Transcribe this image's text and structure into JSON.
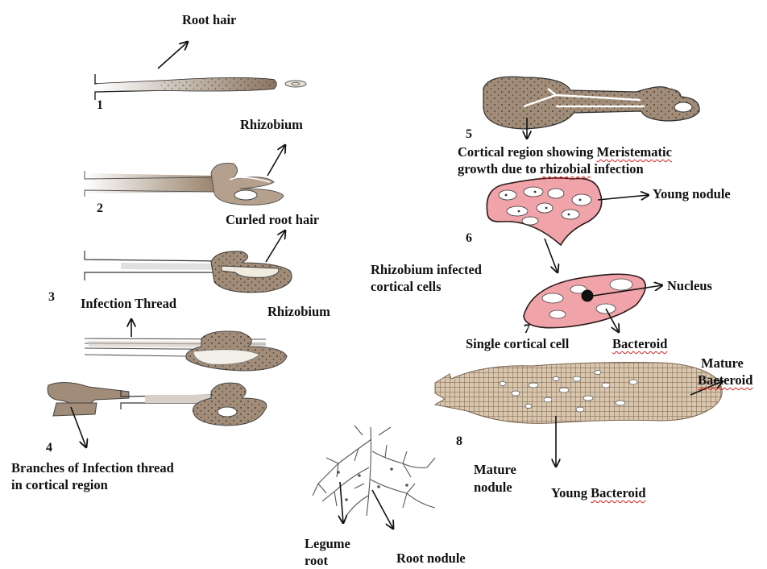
{
  "steps": {
    "s1": "1",
    "s2": "2",
    "s3": "3",
    "s4": "4",
    "s5": "5",
    "s6": "6",
    "s7": "7",
    "s8": "8"
  },
  "labels": {
    "root_hair": "Root hair",
    "rhizobium_1": "Rhizobium",
    "curled_root_hair": "Curled root hair",
    "rhizobium_2": "Rhizobium",
    "infection_thread": "Infection Thread",
    "branches_line1": "Branches of Infection thread",
    "branches_line2": "in cortical region",
    "cortical_line1_a": "Cortical region showing ",
    "cortical_line1_b": "Meristematic",
    "cortical_line2_a": "growth due to ",
    "cortical_line2_b": "rhizobial",
    "cortical_line2_c": " infection",
    "young_nodule": "Young nodule",
    "infected_line1": "Rhizobium infected",
    "infected_line2": "cortical cells",
    "nucleus": "Nucleus",
    "single_cell": "Single cortical cell",
    "bacteroid": "Bacteroid",
    "mature_bacteroid_line1": "Mature",
    "mature_bacteroid_line2": "Bacteroid",
    "mature_nodule_line1": "Mature",
    "mature_nodule_line2": "nodule",
    "young_bacteroid_a": "Young ",
    "young_bacteroid_b": "Bacteroid",
    "legume_root_line1": "Legume",
    "legume_root_line2": "root",
    "root_nodule": "Root nodule"
  },
  "colors": {
    "root_fill": "#a08c78",
    "root_dark": "#8a7560",
    "cell_pink": "#f0a3a8",
    "cell_border": "#2a1a1a",
    "nodule_fill": "#c9b49b"
  }
}
